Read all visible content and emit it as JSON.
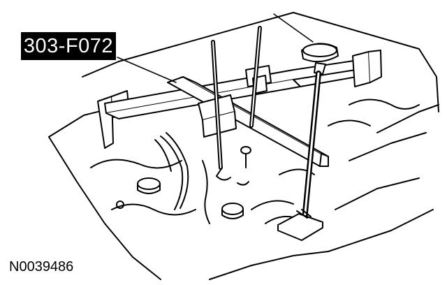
{
  "callout": {
    "tool_number": "303-F072"
  },
  "footer": {
    "figure_id": "N0039486"
  },
  "colors": {
    "ink": "#000000",
    "paper": "#ffffff"
  },
  "parts": [
    "engine-lifting-bracket",
    "engine-bay-outline",
    "support-crossbar",
    "lifting-rods",
    "support-foot",
    "adjuster-knob"
  ]
}
